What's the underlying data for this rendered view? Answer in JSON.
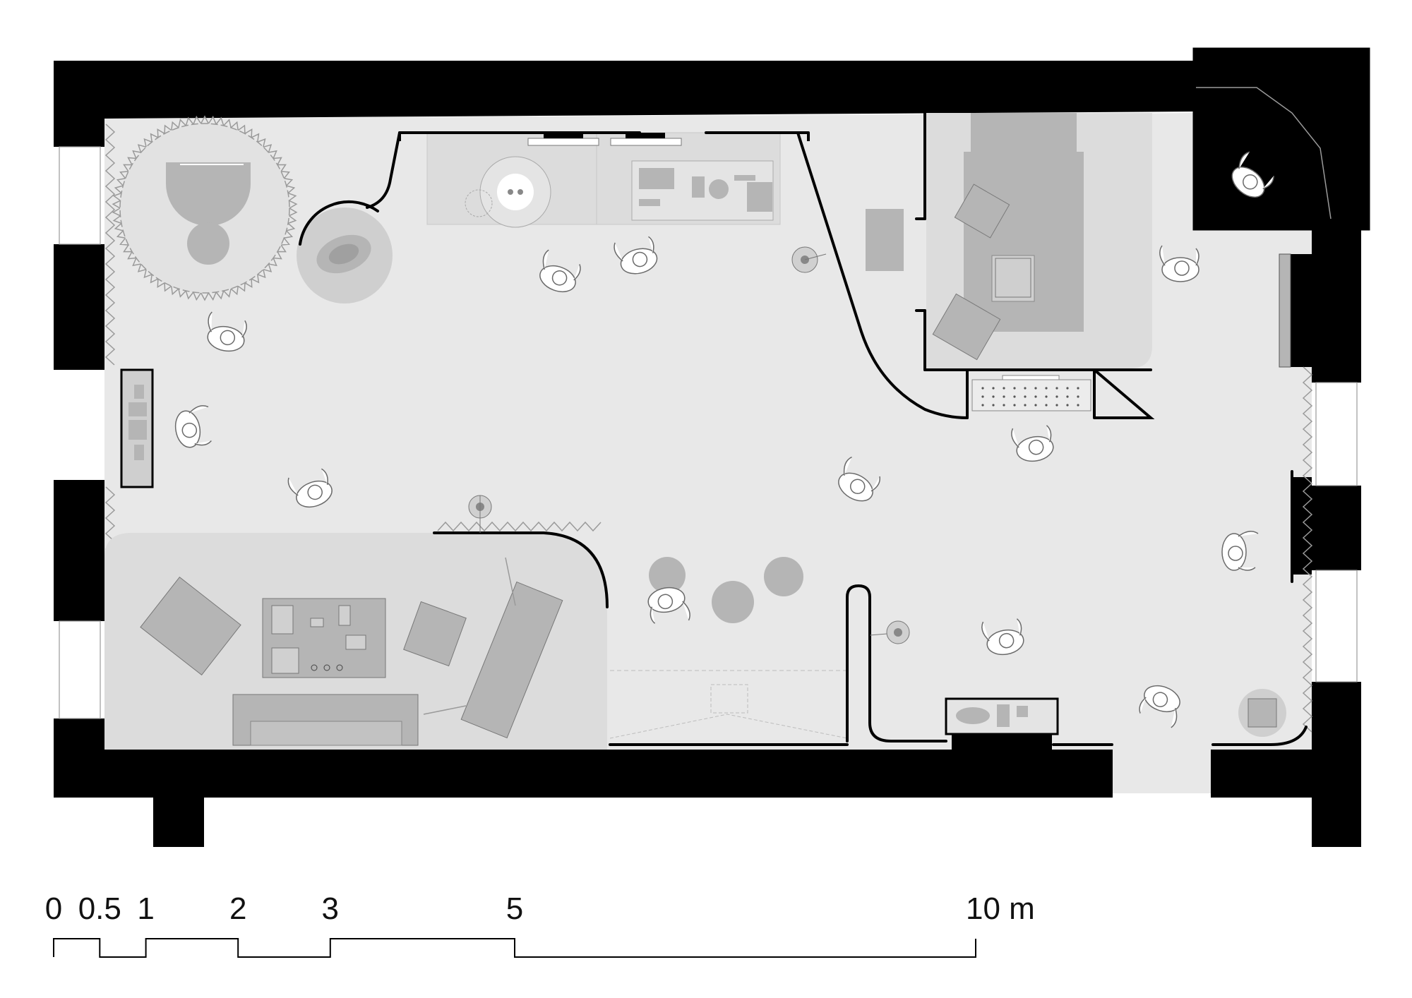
{
  "scale_bar": {
    "labels": [
      "0",
      "0.5",
      "1",
      "2",
      "3",
      "5",
      "10 m"
    ],
    "marks": [
      0,
      0.5,
      1,
      2,
      3,
      5,
      10
    ]
  },
  "colors": {
    "wall": "#000000",
    "floor": "#e8e8e8",
    "zone": "#dcdcdc",
    "furniture": "#b5b5b5",
    "person_fill": "#ffffff"
  },
  "icons": [
    "person-topview-icon",
    "round-table-icon",
    "spotlight-icon"
  ]
}
